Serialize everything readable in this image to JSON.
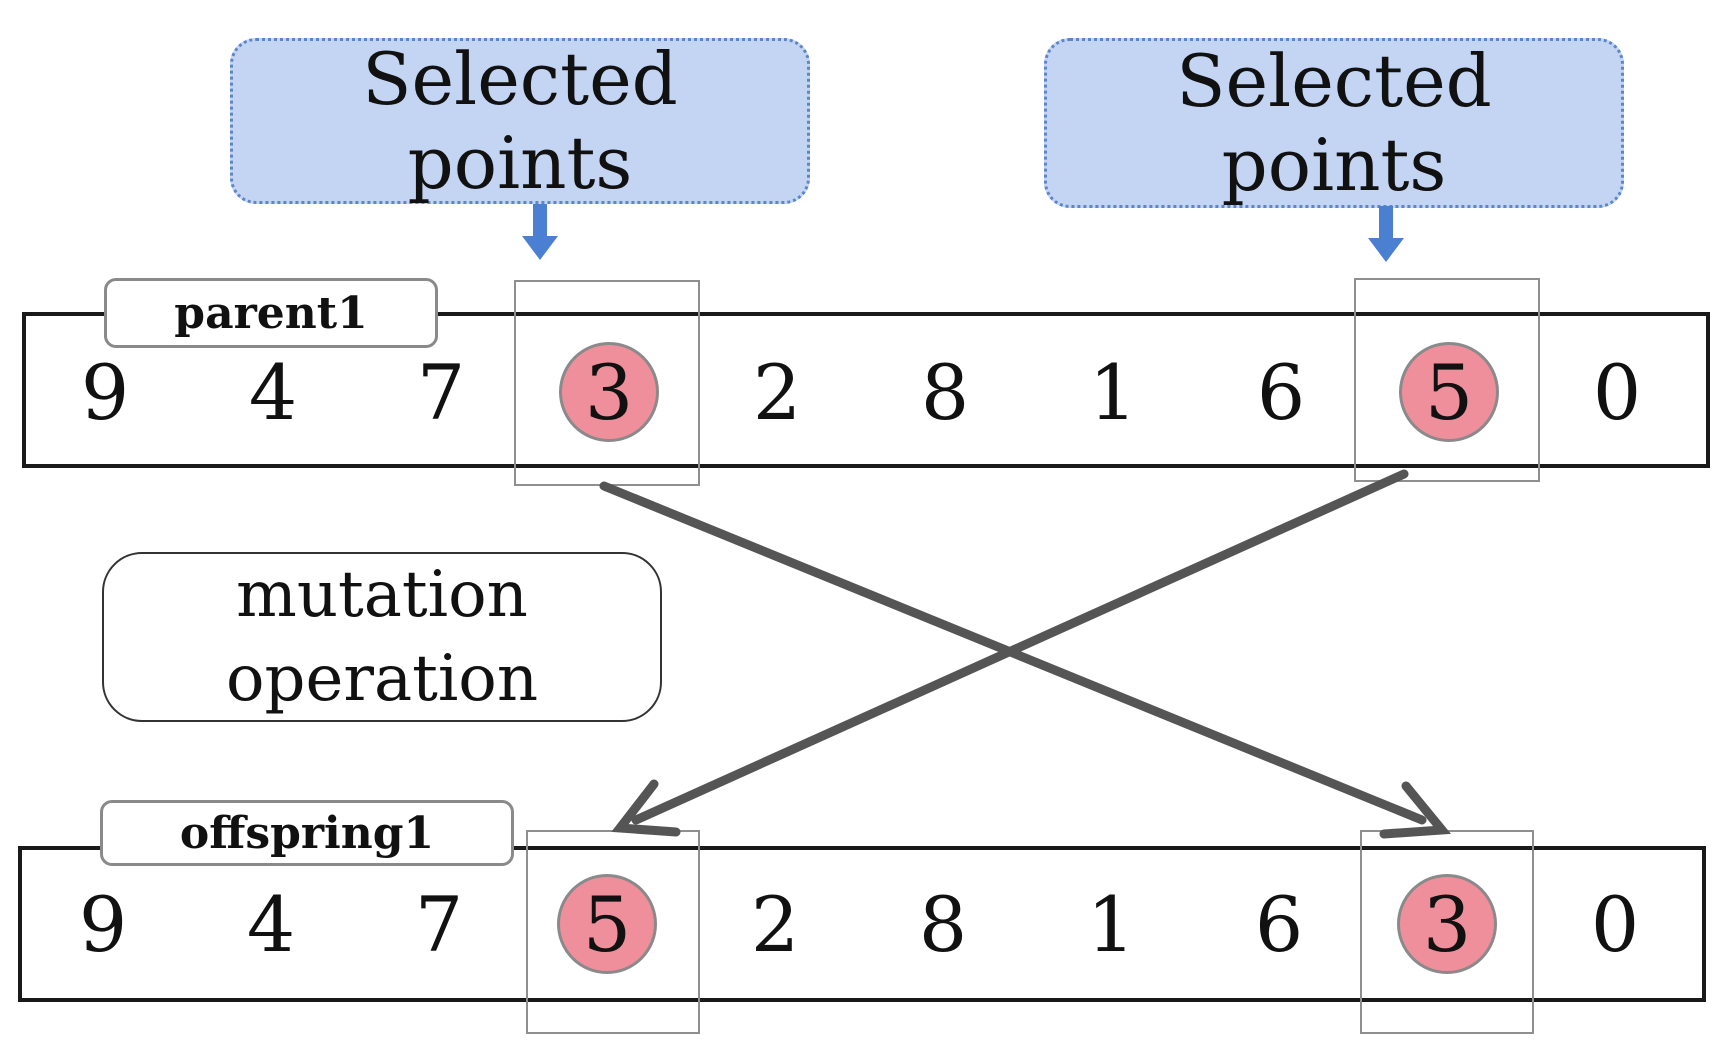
{
  "callouts": [
    {
      "line1": "Selected",
      "line2": "points"
    },
    {
      "line1": "Selected",
      "line2": "points"
    }
  ],
  "parent": {
    "label": "parent1",
    "genes": [
      "9",
      "4",
      "7",
      "3",
      "2",
      "8",
      "1",
      "6",
      "5",
      "0"
    ],
    "selected": [
      3,
      8
    ]
  },
  "offspring": {
    "label": "offspring1",
    "genes": [
      "9",
      "4",
      "7",
      "5",
      "2",
      "8",
      "1",
      "6",
      "3",
      "0"
    ],
    "selected": [
      3,
      8
    ]
  },
  "operation": {
    "line1": "mutation",
    "line2": "operation"
  },
  "colors": {
    "callout_fill": "#c3d5f3",
    "callout_border": "#5b86c9",
    "arrow_blue": "#4a7fd1",
    "highlight": "#ef8f9b",
    "swap_arrow": "#555555"
  }
}
